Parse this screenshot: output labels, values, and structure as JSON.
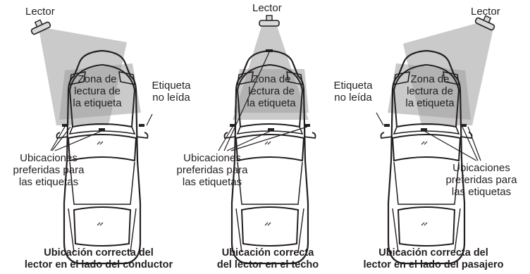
{
  "panels": [
    {
      "reader_label": "Lector",
      "zone_label": "Zona de\nlectura de\nla etiqueta",
      "unread_label": "Etiqueta\nno leída",
      "preferred_label": "Ubicaciones\npreferidas para\nlas etiquetas",
      "caption": "Ubicación correcta del\nlector en el lado del conductor"
    },
    {
      "reader_label": "Lector",
      "zone_label": "Zona de\nlectura de\nla etiqueta",
      "preferred_label": "Ubicaciones\npreferidas para\nlas etiquetas",
      "caption": "Ubicación correcta\ndel lector en el techo"
    },
    {
      "reader_label": "Lector",
      "zone_label": "Zona de\nlectura de\nla etiqueta",
      "unread_label": "Etiqueta\nno leída",
      "preferred_label": "Ubicaciones\npreferidas para\nlas etiquetas",
      "caption": "Ubicación correcta del\nlector en el lado del pasajero"
    }
  ],
  "colors": {
    "stroke": "#231f20",
    "beam": "#bdbdbd",
    "zone": "#9e9e9e",
    "reader_fill": "#d9d9d9",
    "tag": "#231f20"
  }
}
